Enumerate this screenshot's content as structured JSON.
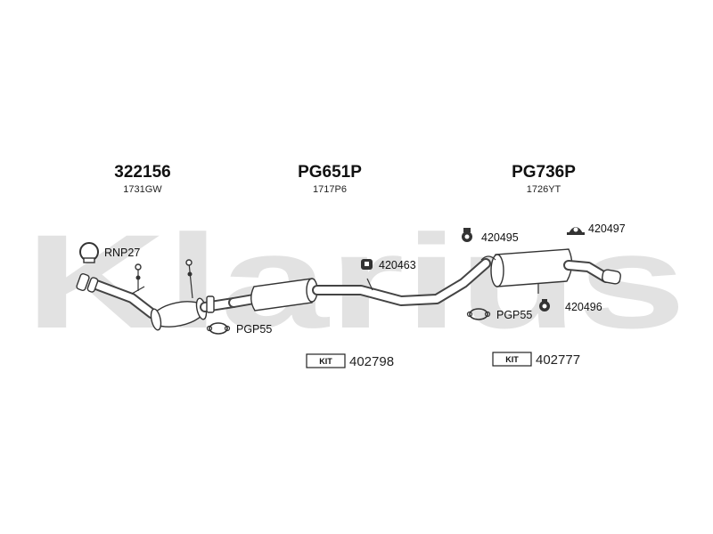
{
  "watermark": "Klarius",
  "parts": [
    {
      "code": "322156",
      "oem": "1731GW"
    },
    {
      "code": "PG651P",
      "oem": "1717P6"
    },
    {
      "code": "PG736P",
      "oem": "1726YT"
    }
  ],
  "accessories": [
    {
      "label": "RNP27",
      "icon": "clamp-ring-icon"
    },
    {
      "label": "PGP55",
      "icon": "gasket-icon"
    },
    {
      "label": "420463",
      "icon": "rubber-mount-icon"
    },
    {
      "label": "420495",
      "icon": "rubber-mount-icon"
    },
    {
      "label": "420497",
      "icon": "rubber-mount-icon"
    },
    {
      "label": "PGP55",
      "icon": "gasket-icon"
    },
    {
      "label": "420496",
      "icon": "rubber-mount-icon"
    }
  ],
  "kits": [
    {
      "tag": "KIT",
      "number": "402798"
    },
    {
      "tag": "KIT",
      "number": "402777"
    }
  ]
}
